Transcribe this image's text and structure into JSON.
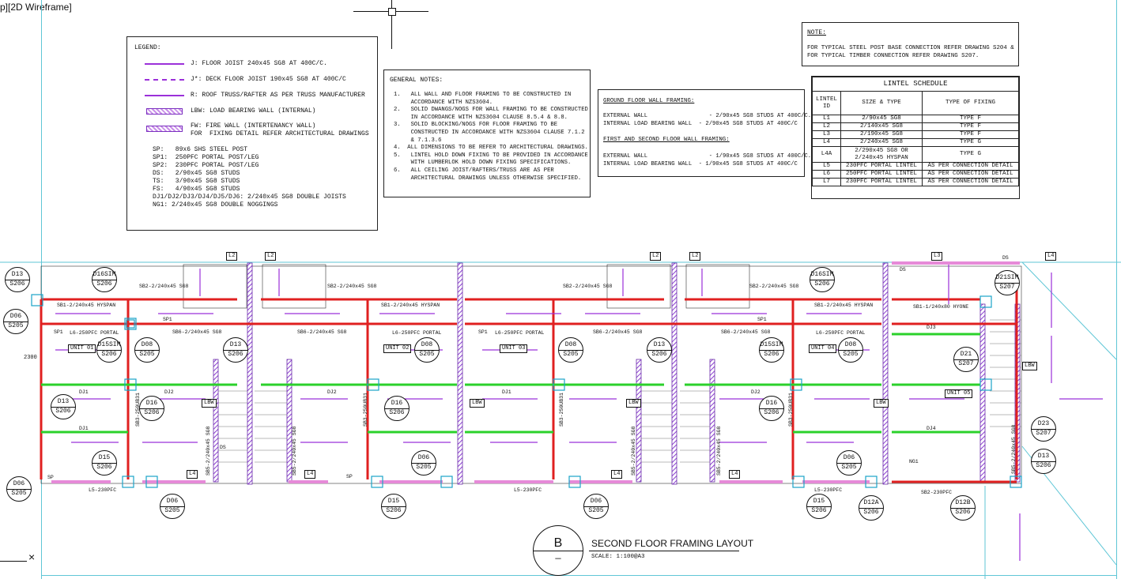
{
  "viewport": {
    "label": "p][2D Wireframe]"
  },
  "legend": {
    "title": "LEGEND:",
    "lines": [
      "J: FLOOR JOIST 240x45 SG8 AT 400C/C.",
      "J*: DECK FLOOR JOIST 190x45 SG8 AT 400C/C",
      "R: ROOF TRUSS/RAFTER AS PER TRUSS MANUFACTURER",
      "LBW: LOAD BEARING WALL (INTERNAL)",
      "FW: FIRE WALL (INTERTENANCY WALL)\nFOR  FIXING DETAIL REFER ARCHITECTURAL DRAWINGS"
    ],
    "posts": "SP:   89x6 SHS STEEL POST\nSP1:  250PFC PORTAL POST/LEG\nSP2:  230PFC PORTAL POST/LEG\nDS:   2/90x45 SG8 STUDS\nTS:   3/90x45 SG8 STUDS\nFS:   4/90x45 SG8 STUDS\nDJ1/DJ2/DJ3/DJ4/DJ5/DJ6: 2/240x45 SG8 DOUBLE JOISTS\nNG1: 2/240x45 SG8 DOUBLE NOGGINGS",
    "colors": {
      "framing": "#9b30d9",
      "hatch": "#c98fe9"
    }
  },
  "general_notes": {
    "title": "GENERAL NOTES:",
    "items": "1.   ALL WALL AND FLOOR FRAMING TO BE CONSTRUCTED IN\n     ACCORDANCE WITH NZS3604.\n2.   SOLID DWANGS/NOGS FOR WALL FRAMING TO BE CONSTRUCTED\n     IN ACCORDANCE WITH NZS3604 CLAUSE 8.5.4 & 8.8.\n3.   SOLID BLOCKING/NOGS FOR FLOOR FRAMING TO BE\n     CONSTRUCTED IN ACCORDANCE WITH NZS3604 CLAUSE 7.1.2\n     & 7.1.3.6\n4.  ALL DIMENSIONS TO BE REFER TO ARCHITECTURAL DRAWINGS.\n5.   LINTEL HOLD DOWN FIXING TO BE PROVIDED IN ACCORDANCE\n     WITH LUMBERLOK HOLD DOWN FIXING SPECIFICATIONS.\n6.   ALL CEILING JOIST/RAFTERS/TRUSS ARE AS PER\n     ARCHITECTURAL DRAWINGS UNLESS OTHERWISE SPECIFIED."
  },
  "wall_framing": {
    "ground_title": "GROUND FLOOR WALL FRAMING:",
    "ground": "EXTERNAL WALL                  - 2/90x45 SG8 STUDS AT 400C/C.\nINTERNAL LOAD BEARING WALL  - 2/90x45 SG8 STUDS AT 400C/C",
    "upper_title": "FIRST AND SECOND FLOOR WALL FRAMING:",
    "upper": "EXTERNAL WALL                  - 1/90x45 SG8 STUDS AT 400C/C.\nINTERNAL LOAD BEARING WALL  - 1/90x45 SG8 STUDS AT 400C/C"
  },
  "note": {
    "title": "NOTE:",
    "text": "FOR TYPICAL STEEL POST BASE CONNECTION REFER DRAWING S204 &\nFOR TYPICAL TIMBER CONNECTION REFER DRAWING S207."
  },
  "lintel_schedule": {
    "title": "LINTEL SCHEDULE",
    "headers": [
      "LINTEL\nID",
      "SIZE & TYPE",
      "TYPE OF FIXING"
    ],
    "rows": [
      [
        "L1",
        "2/90x45 SG8",
        "TYPE F"
      ],
      [
        "L2",
        "2/140x45 SG8",
        "TYPE F"
      ],
      [
        "L3",
        "2/190x45 SG8",
        "TYPE F"
      ],
      [
        "L4",
        "2/240x45 SG8",
        "TYPE G"
      ],
      [
        "L4A",
        "2/290x45 SG8 OR\n2/240x45 HYSPAN",
        "TYPE G"
      ],
      [
        "L5",
        "230PFC PORTAL LINTEL",
        "AS PER CONNECTION DETAIL"
      ],
      [
        "L6",
        "250PFC PORTAL LINTEL",
        "AS PER CONNECTION DETAIL"
      ],
      [
        "L7",
        "230PFC PORTAL LINTEL",
        "AS PER CONNECTION DETAIL"
      ]
    ]
  },
  "plan": {
    "units": [
      "UNIT 01",
      "UNIT 02",
      "UNIT 03",
      "UNIT 04",
      "UNIT 05"
    ],
    "bubbles": [
      [
        "D13",
        "S206"
      ],
      [
        "D16SIM",
        "S206"
      ],
      [
        "D06",
        "S205"
      ],
      [
        "D15SIM",
        "S206"
      ],
      [
        "D08",
        "S205"
      ],
      [
        "D13",
        "S206"
      ],
      [
        "D13",
        "S206"
      ],
      [
        "D16",
        "S206"
      ],
      [
        "D15",
        "S206"
      ],
      [
        "D06",
        "S205"
      ],
      [
        "D06",
        "S205"
      ],
      [
        "D16",
        "S206"
      ],
      [
        "D08",
        "S205"
      ],
      [
        "D06",
        "S205"
      ],
      [
        "D15",
        "S206"
      ],
      [
        "D08",
        "S205"
      ],
      [
        "D13",
        "S206"
      ],
      [
        "D16",
        "S206"
      ],
      [
        "D06",
        "S205"
      ],
      [
        "D16SIM",
        "S206"
      ],
      [
        "D15SIM",
        "S206"
      ],
      [
        "D08",
        "S205"
      ],
      [
        "D16",
        "S206"
      ],
      [
        "D06",
        "S205"
      ],
      [
        "D15",
        "S206"
      ],
      [
        "D21SIM",
        "S207"
      ],
      [
        "D21",
        "S207"
      ],
      [
        "D23",
        "S207"
      ],
      [
        "D13",
        "S206"
      ],
      [
        "D12A",
        "S206"
      ],
      [
        "D12B",
        "S206"
      ]
    ],
    "labels": [
      "SB1-2/240x45 HYSPAN",
      "SB2-2/240x45 SG8",
      "L6-250PFC PORTAL",
      "SB6-2/240x45 SG8",
      "SP1",
      "DJ1",
      "DJ2",
      "SB3-250UB31",
      "L5-230PFC",
      "SB5-2/240x45 SG8",
      "LBW",
      "SB1-1/240x80 HYONE",
      "SB2-230PFC",
      "L4",
      "L2",
      "L3",
      "DS",
      "SP",
      "2300",
      "L5-230PFC",
      "NG1",
      "DJ3",
      "DJ4"
    ],
    "title": "SECOND FLOOR FRAMING LAYOUT",
    "scale": "SCALE: 1:100@A3",
    "section_letter": "B",
    "section_dash": "—",
    "colors": {
      "beam": "#e02020",
      "joist": "#2bd12b",
      "fire_wall": "#7a2fbf",
      "post": "#1aa3c9",
      "dim": "#3aa6c8"
    }
  }
}
